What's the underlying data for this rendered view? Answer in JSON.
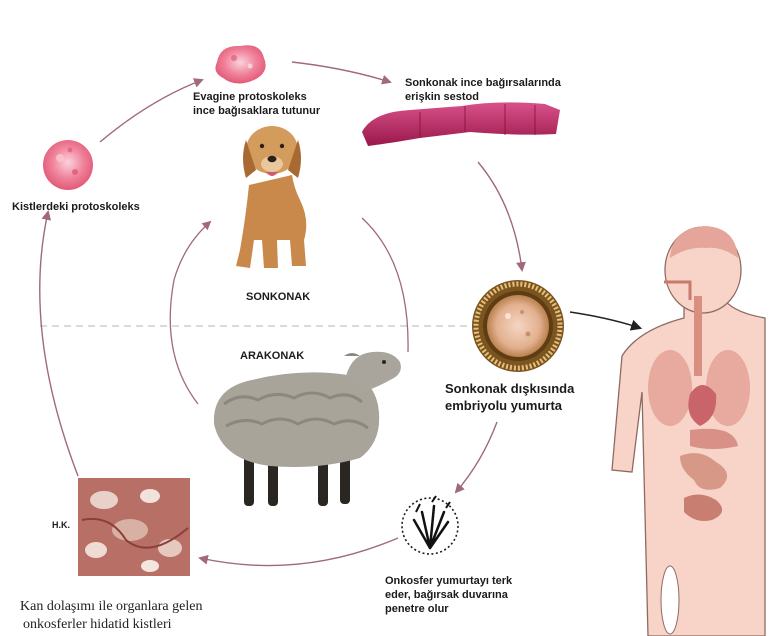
{
  "labels": {
    "stage_cyst_protoscolex": "Kistlerdeki protoskoleks",
    "stage_evaginated_line1": "Evagine protoskoleks",
    "stage_evaginated_line2": "ince bağısaklara tutunur",
    "stage_adult_line1": "Sonkonak ince bağırsalarında",
    "stage_adult_line2": "erişkin sestod",
    "definitive_host": "SONKONAK",
    "intermediate_host": "ARAKONAK",
    "stage_egg_line1": "Sonkonak dışkısında",
    "stage_egg_line2": "embriyolu yumurta",
    "stage_oncosphere_line1": "Onkosfer yumurtayı terk",
    "stage_oncosphere_line2": "eder, bağırsak duvarına",
    "stage_oncosphere_line3": "penetre olur",
    "hk_mark": "H.K.",
    "stage_hydatid_line1": "Kan dolaşımı ile organlara gelen",
    "stage_hydatid_line2": "onkosferler hidatid kistleri"
  },
  "colors": {
    "arrow": "#a06a78",
    "tapeworm": "#b8285e",
    "protoscolex": "#ee7d95",
    "dog": "#c9894a",
    "sheep": "#a8a49a",
    "egg_shell": "#8a6428",
    "human_body": "#f7d4c7",
    "human_organs": "#c77a6e",
    "tissue": "#b86f66"
  },
  "icons": {
    "dog": "dog-icon",
    "sheep": "sheep-icon",
    "human": "human-body-icon",
    "egg": "egg-icon"
  }
}
